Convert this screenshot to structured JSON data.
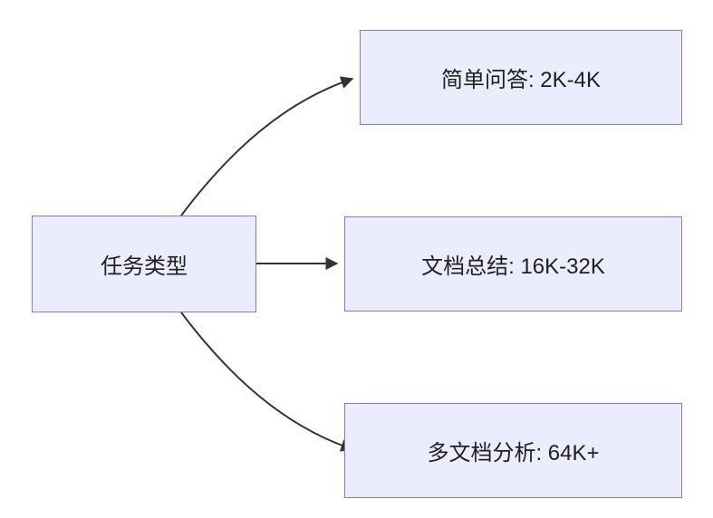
{
  "diagram": {
    "type": "flowchart",
    "direction": "left-to-right",
    "colors": {
      "background": "#ffffff",
      "node_fill": "#ECECFF",
      "node_border": "#9370DB",
      "edge": "#333333",
      "text": "#1f1f1f"
    },
    "root": {
      "label": "任务类型"
    },
    "children": [
      {
        "label": "简单问答: 2K-4K"
      },
      {
        "label": "文档总结: 16K-32K"
      },
      {
        "label": "多文档分析: 64K+"
      }
    ],
    "edges": [
      {
        "from": "任务类型",
        "to": "简单问答: 2K-4K"
      },
      {
        "from": "任务类型",
        "to": "文档总结: 16K-32K"
      },
      {
        "from": "任务类型",
        "to": "多文档分析: 64K+"
      }
    ]
  }
}
